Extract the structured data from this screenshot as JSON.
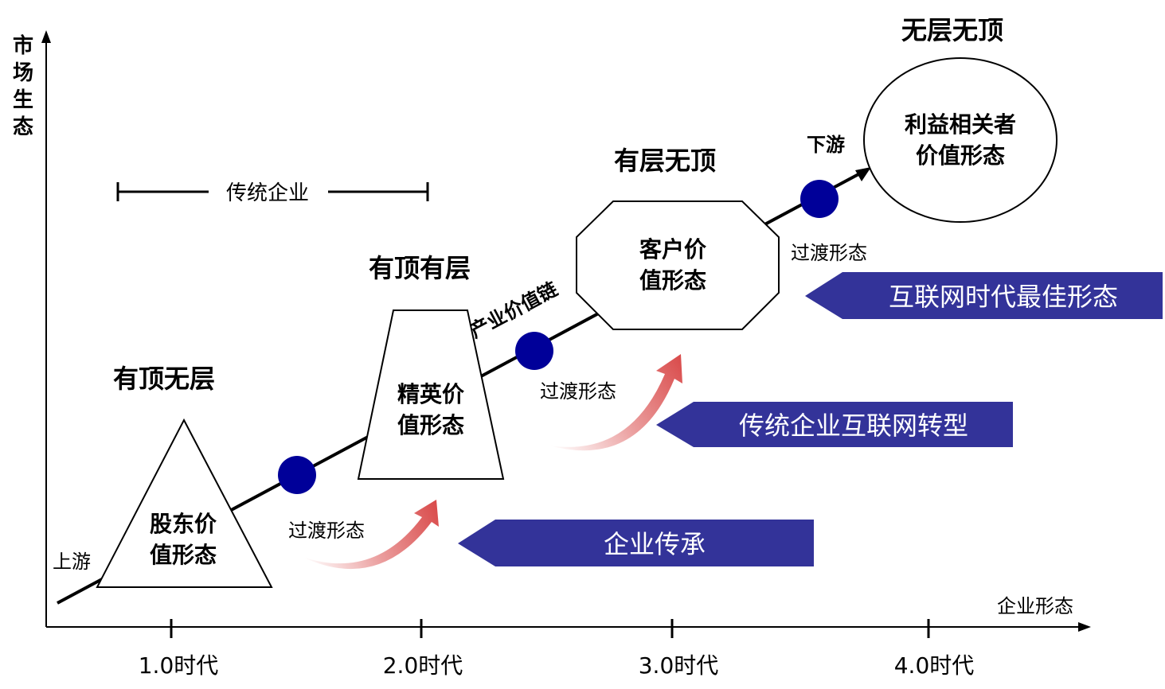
{
  "axes": {
    "y_label": "市场生态",
    "x_label": "企业形态",
    "ticks": [
      "1.0时代",
      "2.0时代",
      "3.0时代",
      "4.0时代"
    ]
  },
  "stages": {
    "shareholder": {
      "title": "有顶无层",
      "shape_text_1": "股东价",
      "shape_text_2": "值形态"
    },
    "elite": {
      "title": "有顶有层",
      "shape_text_1": "精英价",
      "shape_text_2": "值形态"
    },
    "customer": {
      "title": "有层无顶",
      "shape_text_1": "客户价",
      "shape_text_2": "值形态"
    },
    "stakeholder": {
      "title": "无层无顶",
      "shape_text_1": "利益相关者",
      "shape_text_2": "价值形态"
    }
  },
  "line_labels": {
    "upstream": "上游",
    "downstream": "下游",
    "value_chain": "产业价值链",
    "traditional_enterprise": "传统企业"
  },
  "transitions": [
    "过渡形态",
    "过渡形态",
    "过渡形态"
  ],
  "banners": {
    "inheritance": "企业传承",
    "transformation": "传统企业互联网转型",
    "best_form": "互联网时代最佳形态"
  },
  "colors": {
    "banner": "#333399",
    "dot": "#000099",
    "arrow": "#d94a4a"
  }
}
